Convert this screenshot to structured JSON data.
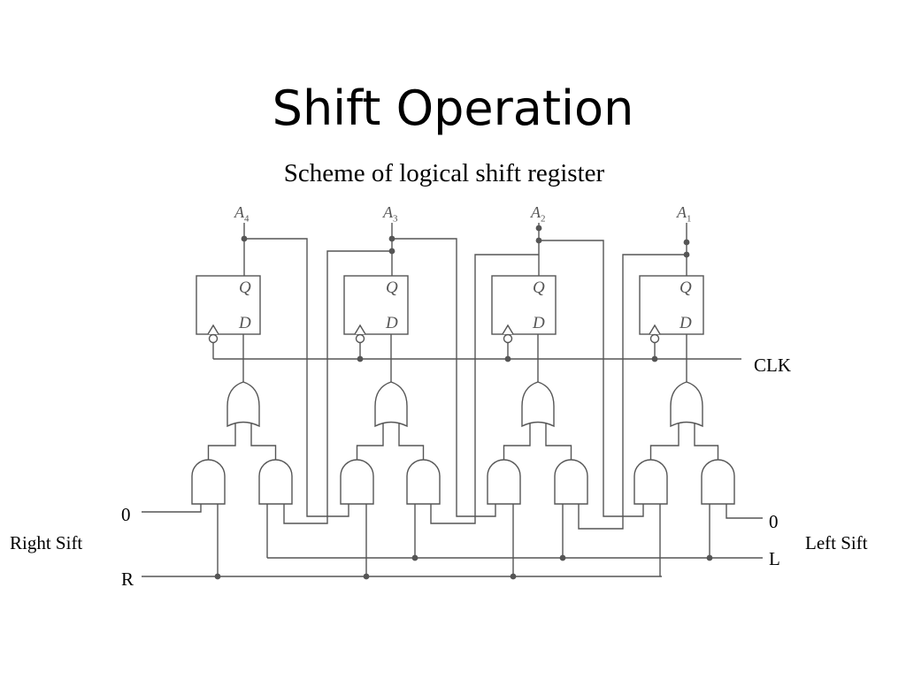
{
  "slide": {
    "title": "Shift Operation",
    "subtitle": "Scheme of logical shift register"
  },
  "diagram": {
    "outputs": [
      {
        "letter": "A",
        "index": "4"
      },
      {
        "letter": "A",
        "index": "3"
      },
      {
        "letter": "A",
        "index": "2"
      },
      {
        "letter": "A",
        "index": "1"
      }
    ],
    "flipflop_pins": {
      "q": "Q",
      "d": "D"
    },
    "labels": {
      "clk": "CLK",
      "right_input": "0",
      "right_caption": "Right Sift",
      "right_control": "R",
      "left_input": "0",
      "left_caption": "Left Sift",
      "left_control": "L"
    },
    "line_color": "#555555"
  }
}
